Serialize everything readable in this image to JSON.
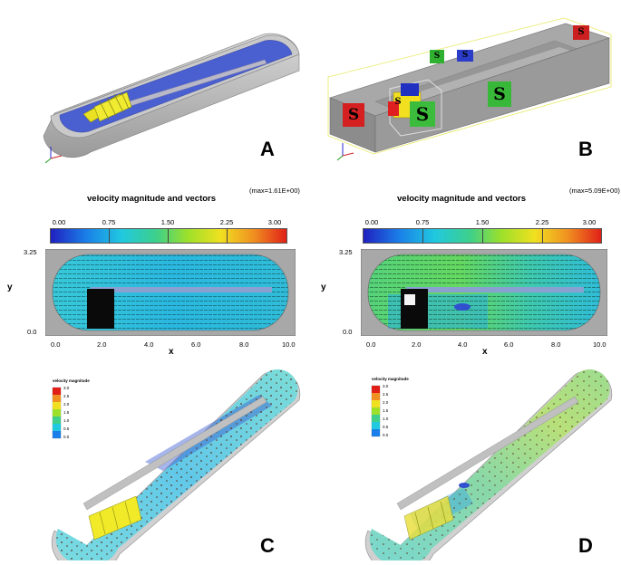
{
  "panels": {
    "a": {
      "label": "A"
    },
    "b": {
      "label": "B",
      "source_labels": [
        "S",
        "S",
        "S",
        "S",
        "S",
        "S",
        "S"
      ]
    },
    "c": {
      "label": "C"
    },
    "d": {
      "label": "D"
    }
  },
  "velocity_plots": [
    {
      "title": "velocity magnitude and vectors",
      "max_label": "(max=1.61E+00)"
    },
    {
      "title": "velocity magnitude and vectors",
      "max_label": "(max=5.09E+00)"
    }
  ],
  "colorbar": {
    "ticks": [
      "0.00",
      "0.75",
      "1.50",
      "2.25",
      "3.00"
    ],
    "colors": [
      "#2020c0",
      "#1a7fe8",
      "#20c8e0",
      "#3ed08a",
      "#9ce02a",
      "#f0e020",
      "#f09020",
      "#e02018"
    ]
  },
  "axes": {
    "xlabel": "x",
    "ylabel": "y",
    "yticks": [
      "3.25",
      "0.0"
    ],
    "xticks": [
      "0.0",
      "2.0",
      "4.0",
      "6.0",
      "8.0",
      "10.0"
    ]
  },
  "mini_legend": {
    "title": "velocity magnitude",
    "values": [
      "3.0",
      "2.5",
      "2.0",
      "1.5",
      "1.0",
      "0.5",
      "0.0"
    ]
  }
}
